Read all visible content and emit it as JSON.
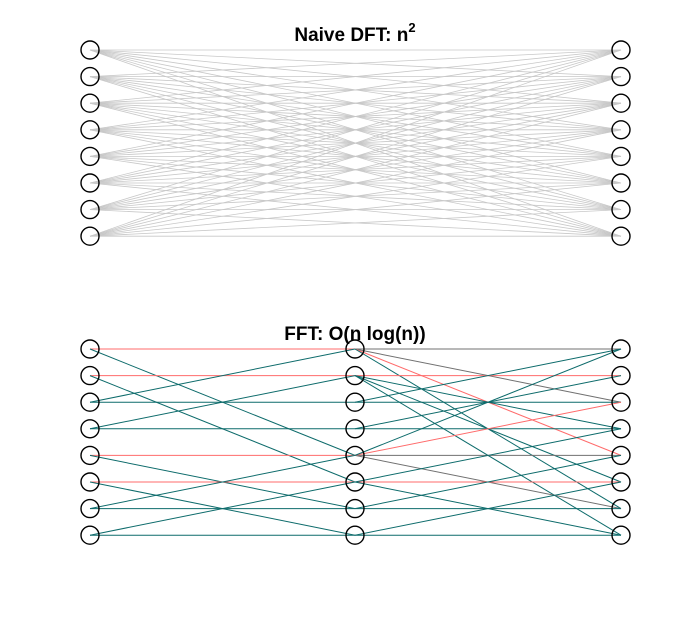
{
  "panels": [
    {
      "id": "naive",
      "title": "Naive DFT: n",
      "title_superscript": "2",
      "columns": 2,
      "nodes_per_column": 8,
      "edge_color": "#c8c8c8",
      "edges": "all-to-all"
    },
    {
      "id": "fft",
      "title": "FFT: O(n log(n))",
      "title_superscript": "",
      "columns": 3,
      "nodes_per_column": 8,
      "colors": {
        "red": "#ff6b6b",
        "teal": "#0d6b6b",
        "gray": "#707070"
      },
      "stage1_edges": [
        [
          0,
          0,
          "red"
        ],
        [
          0,
          4,
          "teal"
        ],
        [
          1,
          1,
          "red"
        ],
        [
          1,
          5,
          "teal"
        ],
        [
          2,
          2,
          "teal"
        ],
        [
          2,
          0,
          "teal"
        ],
        [
          3,
          3,
          "teal"
        ],
        [
          3,
          1,
          "teal"
        ],
        [
          4,
          4,
          "red"
        ],
        [
          4,
          6,
          "teal"
        ],
        [
          5,
          5,
          "red"
        ],
        [
          5,
          7,
          "teal"
        ],
        [
          6,
          6,
          "teal"
        ],
        [
          6,
          4,
          "teal"
        ],
        [
          7,
          7,
          "teal"
        ],
        [
          7,
          5,
          "teal"
        ]
      ],
      "stage2_edges": [
        [
          0,
          0,
          "gray"
        ],
        [
          0,
          2,
          "gray"
        ],
        [
          0,
          4,
          "red"
        ],
        [
          0,
          6,
          "teal"
        ],
        [
          1,
          1,
          "red"
        ],
        [
          1,
          3,
          "teal"
        ],
        [
          1,
          5,
          "teal"
        ],
        [
          1,
          7,
          "teal"
        ],
        [
          2,
          2,
          "teal"
        ],
        [
          2,
          0,
          "teal"
        ],
        [
          3,
          3,
          "teal"
        ],
        [
          3,
          1,
          "teal"
        ],
        [
          4,
          4,
          "gray"
        ],
        [
          4,
          6,
          "gray"
        ],
        [
          4,
          2,
          "red"
        ],
        [
          4,
          0,
          "teal"
        ],
        [
          5,
          5,
          "red"
        ],
        [
          5,
          7,
          "teal"
        ],
        [
          5,
          3,
          "teal"
        ],
        [
          6,
          6,
          "teal"
        ],
        [
          6,
          4,
          "teal"
        ],
        [
          7,
          7,
          "teal"
        ],
        [
          7,
          5,
          "teal"
        ]
      ]
    }
  ]
}
